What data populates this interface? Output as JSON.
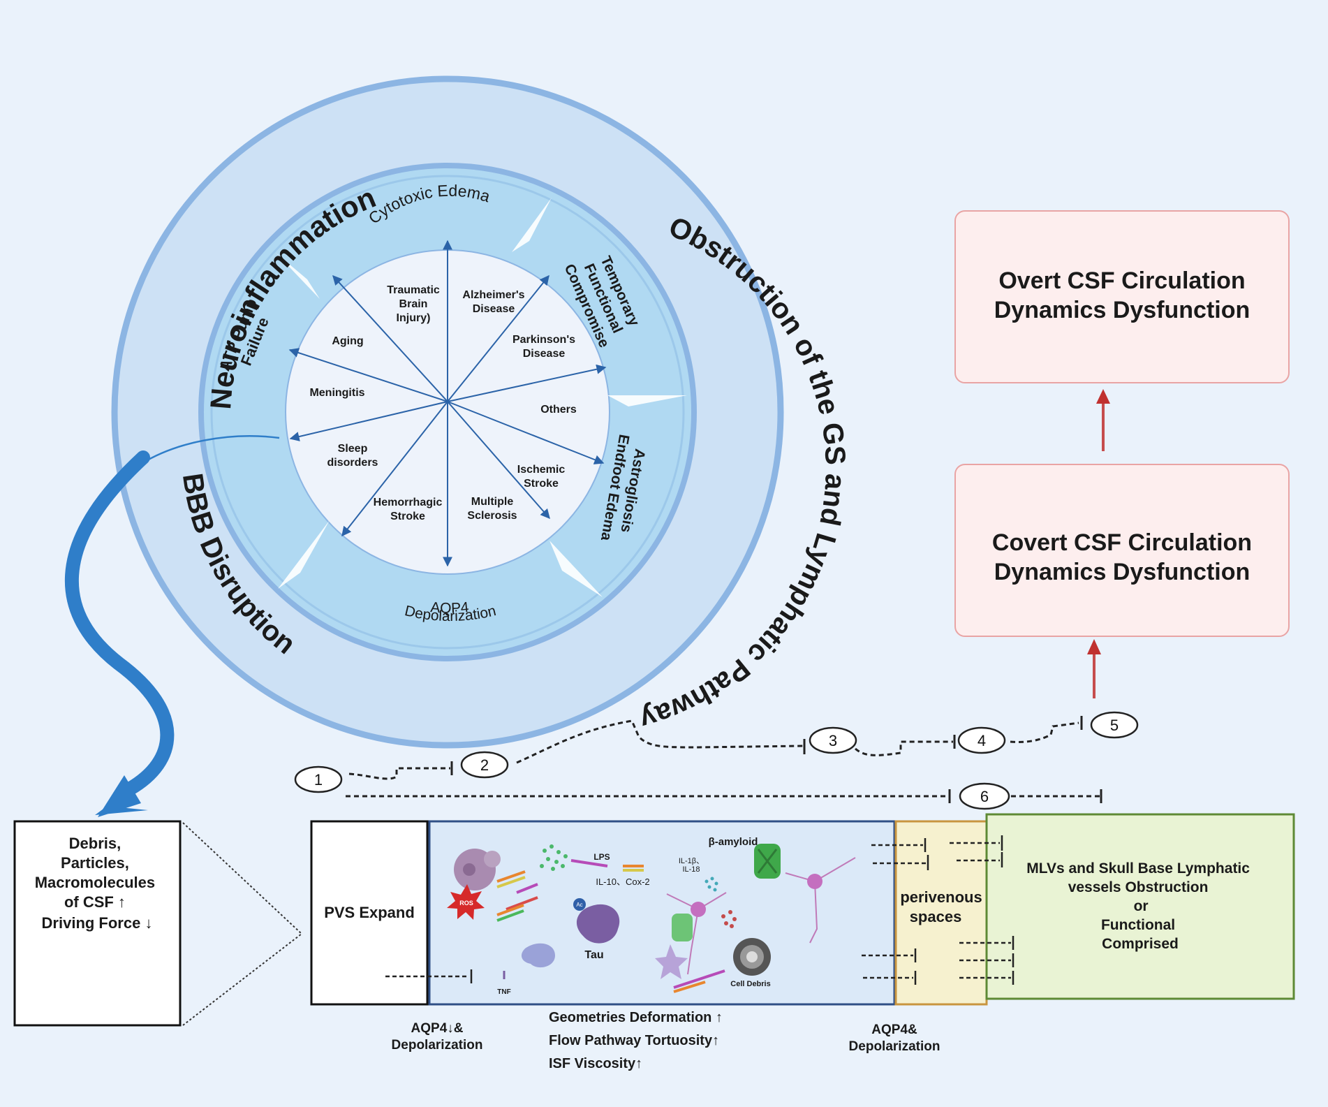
{
  "outer_ring": {
    "top": "Neuroinflammation",
    "right": "Obstruction of the GS and Lymphatic Pathway",
    "left": "BBB Disruption"
  },
  "middle_ring": {
    "top": "Cytotoxic Edema",
    "upper_right": [
      "Temporary",
      "Functional",
      "Compromise"
    ],
    "lower_right": [
      "Astrogliosis",
      "Endfoot Edema"
    ],
    "bottom": [
      "AQP4",
      "Depolarization"
    ],
    "left": [
      "ATP Pump",
      "Failure"
    ]
  },
  "center_causes": {
    "tbi": [
      "Traumatic",
      "Brain",
      "Injury)"
    ],
    "alzheimers": [
      "Alzheimer's",
      "Disease"
    ],
    "parkinsons": [
      "Parkinson's",
      "Disease"
    ],
    "others": "Others",
    "ischemic": [
      "Ischemic",
      "Stroke"
    ],
    "ms": [
      "Multiple",
      "Sclerosis"
    ],
    "hemorrhagic": [
      "Hemorrhagic",
      "Stroke"
    ],
    "sleep": [
      "Sleep",
      "disorders"
    ],
    "meningitis": "Meningitis",
    "aging": "Aging"
  },
  "boxes": {
    "overt": [
      "Overt  CSF Circulation",
      "Dynamics Dysfunction"
    ],
    "covert": [
      "Covert CSF Circulation",
      "Dynamics Dysfunction"
    ],
    "debris": [
      "Debris,",
      "Particles,",
      "Macromolecules",
      "of CSF ↑",
      "",
      "Driving Force ↓"
    ],
    "pvs": "PVS Expand",
    "perivenous": [
      "perivenous",
      "spaces"
    ],
    "mlv": [
      "MLVs and Skull Base Lymphatic",
      "vessels  Obstruction",
      "or",
      "Functional",
      "Comprised"
    ]
  },
  "steps": [
    "1",
    "2",
    "3",
    "4",
    "5",
    "6"
  ],
  "panel_labels": {
    "lps": "LPS",
    "il10": "IL-10、Cox-2",
    "ros": "ROS",
    "ac": "Ac",
    "tau": "Tau",
    "tnf": "TNF",
    "amyloid": "β-amyloid",
    "il1b": "IL-1β、",
    "il18": "IL-18",
    "debris": "Cell Debris"
  },
  "bottom_labels": {
    "aqp4_left": [
      "AQP4↓&",
      "Depolarization"
    ],
    "geometry": [
      "Geometries Deformation ↑",
      "Flow Pathway Tortuosity↑",
      "ISF Viscosity↑"
    ],
    "aqp4_right": [
      "AQP4&",
      "Depolarization"
    ]
  },
  "colors": {
    "background": "#eaf2fb",
    "outer_ring": "#cde1f5",
    "ring_border": "#8cb5e3",
    "middle_ring": "#b0d9f2",
    "center": "#eef3fb",
    "arrow_blue": "#2b63a8",
    "big_arrow": "#2f7ec9",
    "pink_box": "#fdeeee",
    "pink_border": "#e9a4a4",
    "red_arrow": "#c0312f",
    "perivenous": "#f6f1cf",
    "perivenous_border": "#c8953f",
    "mlv_fill": "#e9f3d4",
    "mlv_border": "#5e8a35",
    "panel_fill": "#dbe9f8",
    "panel_border": "#2f4f86"
  }
}
